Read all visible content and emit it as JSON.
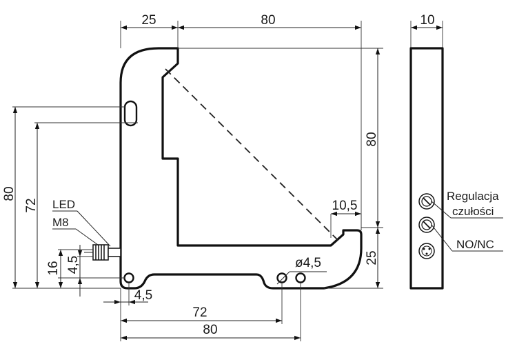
{
  "dimensions": {
    "top_left_width": "25",
    "top_width": "80",
    "side_view_width": "10",
    "right_height": "80",
    "right_step_height": "25",
    "tab_width": "10,5",
    "left_total_height": "80",
    "left_hole_height": "72",
    "connector_height": "16",
    "connector_offset": "4,5",
    "hole_edge_offset": "4,5",
    "hole_diameter": "ø4,5",
    "bottom_hole_spacing": "72",
    "bottom_total_width": "80"
  },
  "labels": {
    "led": "LED",
    "m8": "M8",
    "sensitivity_line1": "Regulacja",
    "sensitivity_line2": "czułości",
    "no_nc": "NO/NC"
  }
}
